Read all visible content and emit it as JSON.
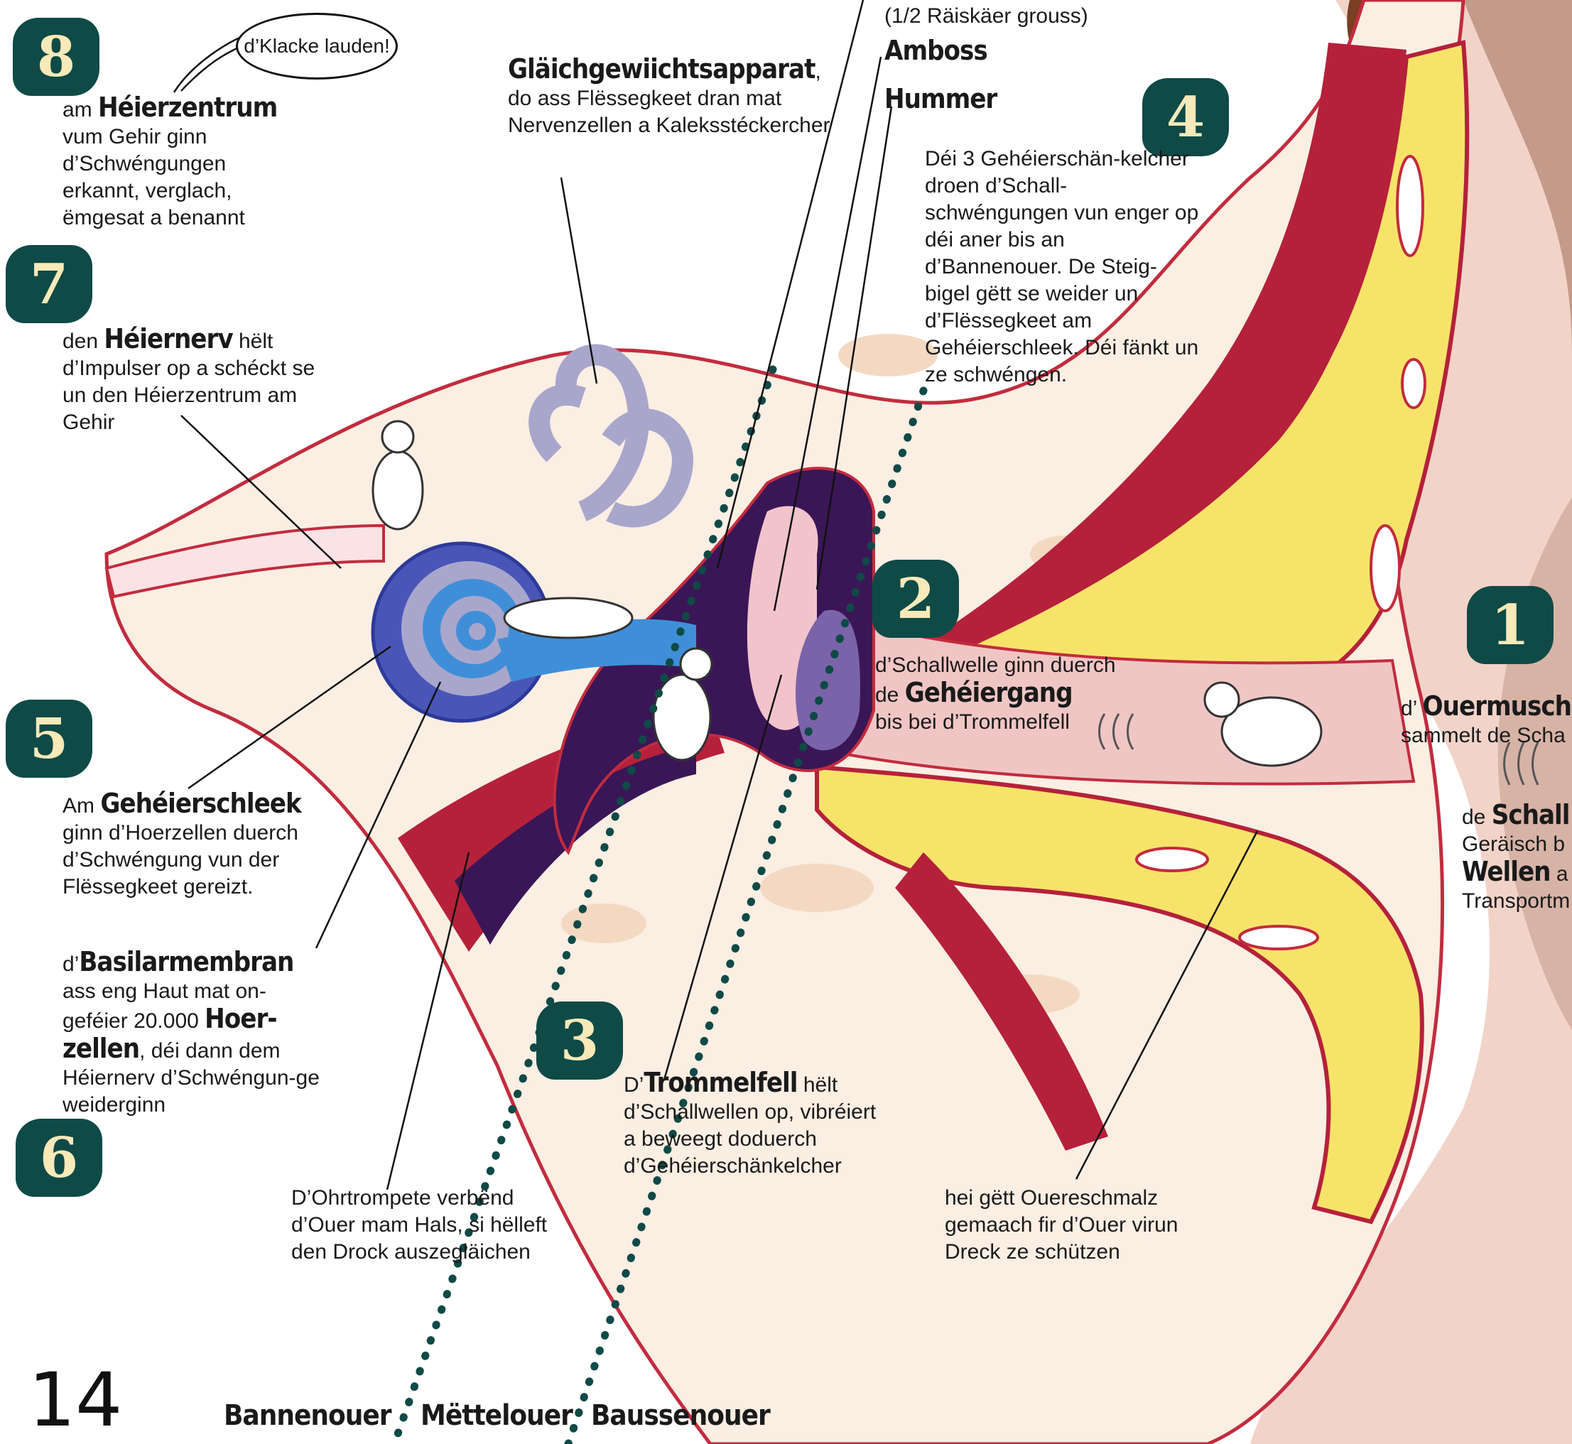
{
  "page_number": "14",
  "speech_bubble": "d’Klacke lauden!",
  "top_partial": "(1/2 Räiskäer grouss)",
  "ossicles": {
    "amboss": "Amboss",
    "hummer": "Hummer"
  },
  "zones": {
    "inner": "Bannenouer",
    "middle": "Mëttelouer",
    "outer": "Baussenouer"
  },
  "badges": [
    "1",
    "2",
    "3",
    "4",
    "5",
    "6",
    "7",
    "8"
  ],
  "captions": {
    "c8": {
      "pre": "am ",
      "kw": "Héierzentrum",
      "body": "vum Gehir ginn d’Schwéngungen erkannt, verglach, ëmgesat a benannt"
    },
    "c7": {
      "pre": "den ",
      "kw": "Héiernerv",
      "post": " hëlt",
      "body": "d’Impulser op a schéckt se un den Héierzentrum am Gehir"
    },
    "balance": {
      "kw": "Gläichgewiichtsapparat",
      "post": ",",
      "body": "do ass Flëssegkeet dran mat Nervenzellen a Kaleksstéckercher"
    },
    "c4": {
      "body": "Déi 3 Gehéierschän-kelcher droen d’Schall-schwéngungen vun enger op déi aner bis an d’Bannenouer. De Steig-bigel gëtt se weider un d’Flëssegkeet am Gehéierschleek. Déi fänkt un ze schwéngen."
    },
    "c2": {
      "line1": "d’Schallwelle ginn duerch",
      "pre": "de ",
      "kw": "Gehéiergang",
      "line3": "bis bei d’Trommelfell"
    },
    "c1": {
      "pre": "d’ ",
      "kw": "Ouermusch",
      "body": "sammelt de Scha"
    },
    "c1b": {
      "pre": "de ",
      "kw": "Schall",
      "line2": "Geräisch b",
      "kw2": "Wellen",
      "post2": " a",
      "line4": "Transportm"
    },
    "c5": {
      "pre": "Am ",
      "kw": "Gehéierschleek",
      "body": "ginn d’Hoerzellen duerch d’Schwéngung vun der Flëssegkeet gereizt."
    },
    "c6": {
      "pre": "d’",
      "kw": "Basilarmembran",
      "body1": "ass eng Haut mat on-geféier 20.000 ",
      "kw2": "Hoer-zellen",
      "body2": ", déi dann dem Héiernerv d’Schwéngun-ge weiderginn"
    },
    "c3": {
      "pre": "D’",
      "kw": "Trommelfell",
      "post": " hëlt",
      "body": "d’Schallwellen op, vibréiert a beweegt doduerch d’Gehéierschänkelcher"
    },
    "tube": {
      "body": "D’Ohrtrompete verbënd d’Ouer mam Hals, si hëlleft den Drock auszegläichen"
    },
    "wax": {
      "body": "hei gëtt Ouereschmalz gemaach fir d’Ouer virun Dreck ze schützen"
    }
  },
  "colors": {
    "badge": "#0f4a47",
    "badge_text": "#f7e9b8",
    "skin": "#f2d3c8",
    "cartilage": "#f7e36a",
    "muscle": "#b5213a",
    "cochlea": "#4a55b8",
    "purple": "#3a1656"
  }
}
